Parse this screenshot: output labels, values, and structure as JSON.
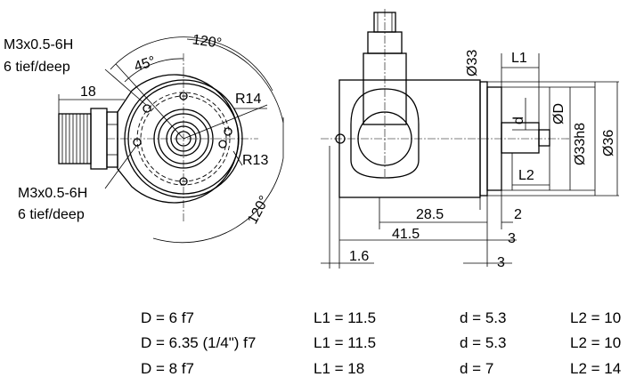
{
  "left_view": {
    "thread_top": "M3x0.5-6H",
    "depth_top": "6 tief/deep",
    "thread_bottom": "M3x0.5-6H",
    "depth_bottom": "6 tief/deep",
    "angle_45": "45°",
    "angle_120_top": "120°",
    "angle_120_bottom": "120°",
    "dim_18": "18",
    "r14": "R14",
    "r13": "R13"
  },
  "side_view": {
    "d33": "Ø33",
    "l1": "L1",
    "dia_d": "ØD",
    "d": "d",
    "d33h8": "Ø33h8",
    "d36": "Ø36",
    "l2": "L2",
    "dim_28_5": "28.5",
    "dim_2": "2",
    "dim_41_5": "41.5",
    "dim_3a": "3",
    "dim_1_6": "1.6",
    "dim_3b": "3"
  },
  "table": {
    "rows": [
      [
        "D = 6 f7",
        "L1 = 11.5",
        "d = 5.3",
        "L2 = 10"
      ],
      [
        "D = 6.35 (1/4\") f7",
        "L1 = 11.5",
        "d = 5.3",
        "L2 = 10"
      ],
      [
        "D = 8 f7",
        "L1 = 18",
        "d = 7",
        "L2 = 14"
      ]
    ]
  }
}
